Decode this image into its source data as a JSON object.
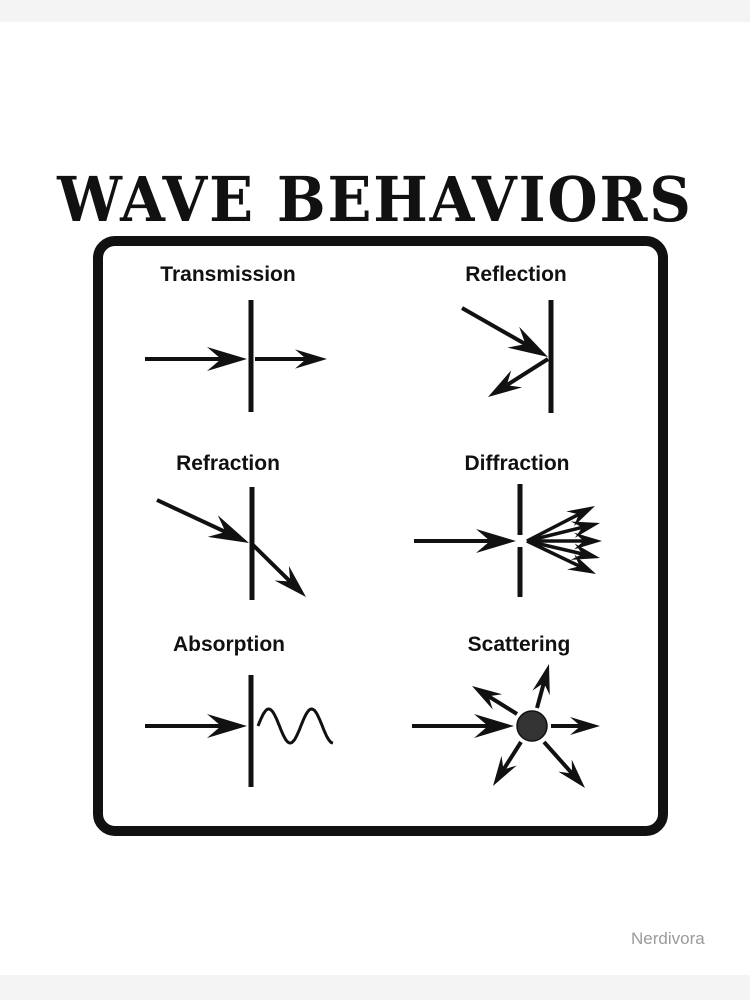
{
  "title": "WAVE BEHAVIORS",
  "panels": [
    {
      "label": "Transmission"
    },
    {
      "label": "Reflection"
    },
    {
      "label": "Refraction"
    },
    {
      "label": "Diffraction"
    },
    {
      "label": "Absorption"
    },
    {
      "label": "Scattering"
    }
  ],
  "watermark": "Nerdivora",
  "colors": {
    "ink": "#111111",
    "particle": "#333333"
  }
}
